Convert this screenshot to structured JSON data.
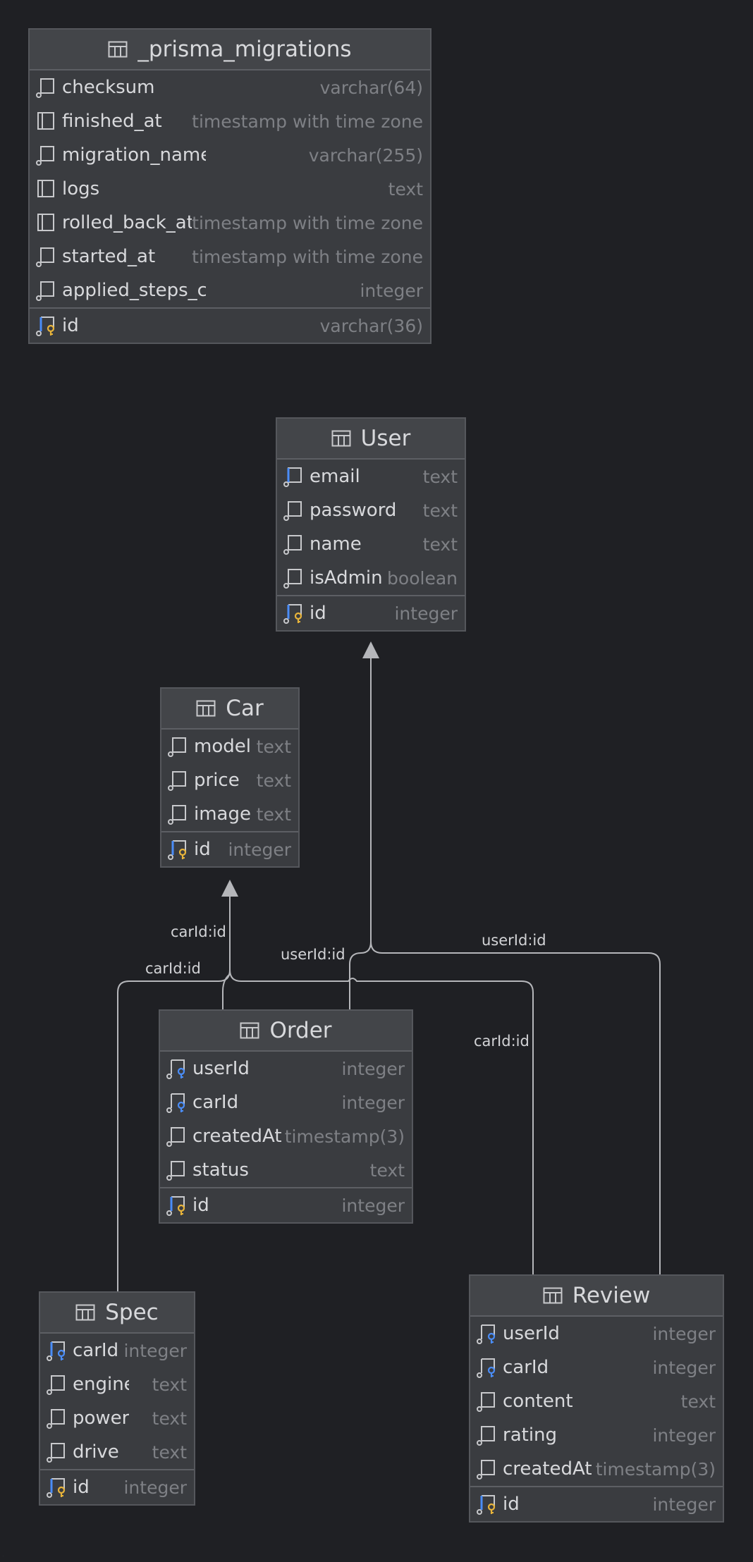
{
  "tables": {
    "prisma_migrations": {
      "title": "_prisma_migrations",
      "columns": [
        {
          "name": "checksum",
          "type": "varchar(64)",
          "icon": "column-icon"
        },
        {
          "name": "finished_at",
          "type": "timestamp with time zone",
          "icon": "column-nullable-icon"
        },
        {
          "name": "migration_name",
          "type": "varchar(255)",
          "icon": "column-icon"
        },
        {
          "name": "logs",
          "type": "text",
          "icon": "column-nullable-icon"
        },
        {
          "name": "rolled_back_at",
          "type": "timestamp with time zone",
          "icon": "column-nullable-icon"
        },
        {
          "name": "started_at",
          "type": "timestamp with time zone",
          "icon": "column-icon"
        },
        {
          "name": "applied_steps_count",
          "type": "integer",
          "icon": "column-icon"
        }
      ],
      "pk": {
        "name": "id",
        "type": "varchar(36)",
        "icon": "primary-key-icon"
      }
    },
    "user": {
      "title": "User",
      "columns": [
        {
          "name": "email",
          "type": "text",
          "icon": "unique-column-icon"
        },
        {
          "name": "password",
          "type": "text",
          "icon": "column-icon"
        },
        {
          "name": "name",
          "type": "text",
          "icon": "column-icon"
        },
        {
          "name": "isAdmin",
          "type": "boolean",
          "icon": "column-icon"
        }
      ],
      "pk": {
        "name": "id",
        "type": "integer",
        "icon": "primary-key-icon"
      }
    },
    "car": {
      "title": "Car",
      "columns": [
        {
          "name": "model",
          "type": "text",
          "icon": "column-icon"
        },
        {
          "name": "price",
          "type": "text",
          "icon": "column-icon"
        },
        {
          "name": "image",
          "type": "text",
          "icon": "column-icon"
        }
      ],
      "pk": {
        "name": "id",
        "type": "integer",
        "icon": "primary-key-icon"
      }
    },
    "order": {
      "title": "Order",
      "columns": [
        {
          "name": "userId",
          "type": "integer",
          "icon": "foreign-key-icon"
        },
        {
          "name": "carId",
          "type": "integer",
          "icon": "foreign-key-icon"
        },
        {
          "name": "createdAt",
          "type": "timestamp(3)",
          "icon": "column-icon"
        },
        {
          "name": "status",
          "type": "text",
          "icon": "column-icon"
        }
      ],
      "pk": {
        "name": "id",
        "type": "integer",
        "icon": "primary-key-icon"
      }
    },
    "spec": {
      "title": "Spec",
      "columns": [
        {
          "name": "carId",
          "type": "integer",
          "icon": "unique-foreign-key-icon"
        },
        {
          "name": "engine",
          "type": "text",
          "icon": "column-icon"
        },
        {
          "name": "power",
          "type": "text",
          "icon": "column-icon"
        },
        {
          "name": "drive",
          "type": "text",
          "icon": "column-icon"
        }
      ],
      "pk": {
        "name": "id",
        "type": "integer",
        "icon": "primary-key-icon"
      }
    },
    "review": {
      "title": "Review",
      "columns": [
        {
          "name": "userId",
          "type": "integer",
          "icon": "foreign-key-icon"
        },
        {
          "name": "carId",
          "type": "integer",
          "icon": "foreign-key-icon"
        },
        {
          "name": "content",
          "type": "text",
          "icon": "column-icon"
        },
        {
          "name": "rating",
          "type": "integer",
          "icon": "column-icon"
        },
        {
          "name": "createdAt",
          "type": "timestamp(3)",
          "icon": "column-icon"
        }
      ],
      "pk": {
        "name": "id",
        "type": "integer",
        "icon": "primary-key-icon"
      }
    }
  },
  "relations": [
    {
      "from": "Spec",
      "to": "Car",
      "label": "carId:id"
    },
    {
      "from": "Order",
      "to": "Car",
      "label": "carId:id"
    },
    {
      "from": "Order",
      "to": "User",
      "label": "userId:id"
    },
    {
      "from": "Review",
      "to": "User",
      "label": "userId:id"
    },
    {
      "from": "Review",
      "to": "Car",
      "label": "carId:id"
    }
  ],
  "colors": {
    "background": "#1f2024",
    "table_body": "#3a3c40",
    "table_header": "#434549",
    "border": "#55575c",
    "text": "#d8d9dc",
    "type_text": "#7e8085",
    "edge": "#b5b6ba",
    "key_blue": "#4a8df8",
    "key_gold": "#e8b43a"
  }
}
